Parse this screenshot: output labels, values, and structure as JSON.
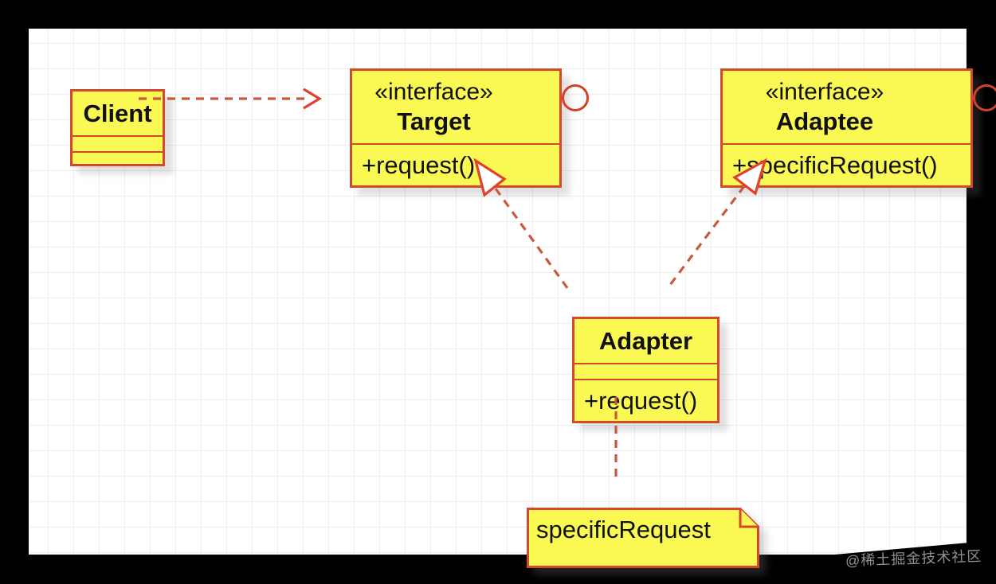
{
  "diagram": {
    "kind": "uml-class-diagram",
    "pattern": "Adapter",
    "classes": {
      "client": {
        "name": "Client",
        "stereotype": "",
        "attributes": [],
        "methods": []
      },
      "target": {
        "name": "Target",
        "stereotype": "«interface»",
        "method": "+request()"
      },
      "adaptee": {
        "name": "Adaptee",
        "stereotype": "«interface»",
        "method": "+specificRequest()"
      },
      "adapter": {
        "name": "Adapter",
        "stereotype": "",
        "method": "+request()"
      }
    },
    "note": {
      "text": "specificRequest"
    },
    "relationships": [
      {
        "from": "Client",
        "to": "Target",
        "type": "dependency",
        "line": "dashed",
        "head": "open-arrow"
      },
      {
        "from": "Adapter",
        "to": "Target",
        "type": "realization",
        "line": "dashed",
        "head": "hollow-triangle"
      },
      {
        "from": "Adapter",
        "to": "Adaptee",
        "type": "realization",
        "line": "dashed",
        "head": "hollow-triangle"
      },
      {
        "from": "Adapter",
        "to": "specificRequest note",
        "type": "note-anchor",
        "line": "dashed",
        "head": "none"
      }
    ],
    "colors": {
      "node_fill": "#faf852",
      "node_border": "#d2492e",
      "connector": "#c8593f",
      "arrowhead": "#e2402c",
      "canvas": "#ffffff",
      "grid_line": "#ededf0",
      "frame": "#000000",
      "text": "#111111",
      "watermark_text": "#8f8f8f"
    }
  },
  "watermark": {
    "text": "@稀土掘金技术社区"
  }
}
